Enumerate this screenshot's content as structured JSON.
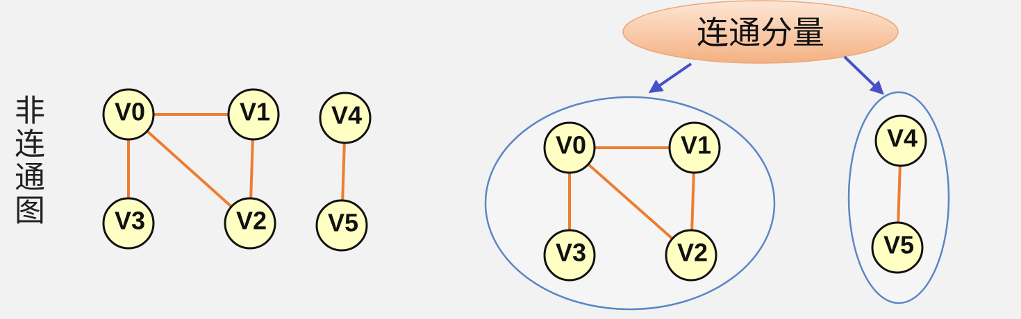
{
  "side_label": "非连通图",
  "components_title": "连通分量",
  "left_graph": {
    "nodes": [
      "V0",
      "V1",
      "V2",
      "V3",
      "V4",
      "V5"
    ],
    "edges": [
      [
        "V0",
        "V1"
      ],
      [
        "V0",
        "V3"
      ],
      [
        "V0",
        "V2"
      ],
      [
        "V1",
        "V2"
      ],
      [
        "V4",
        "V5"
      ]
    ]
  },
  "component_1": {
    "nodes": [
      "V0",
      "V1",
      "V2",
      "V3"
    ],
    "edges": [
      [
        "V0",
        "V1"
      ],
      [
        "V0",
        "V3"
      ],
      [
        "V0",
        "V2"
      ],
      [
        "V1",
        "V2"
      ]
    ]
  },
  "component_2": {
    "nodes": [
      "V4",
      "V5"
    ],
    "edges": [
      [
        "V4",
        "V5"
      ]
    ]
  },
  "colors": {
    "edge": "#ed7d31",
    "node_fill": "#ffffc4",
    "node_stroke": "#111111",
    "arrow": "#4650c8",
    "component_border": "#5b86c5",
    "title_fill_top": "#fde6d4",
    "title_fill_bottom": "#f4b183"
  }
}
